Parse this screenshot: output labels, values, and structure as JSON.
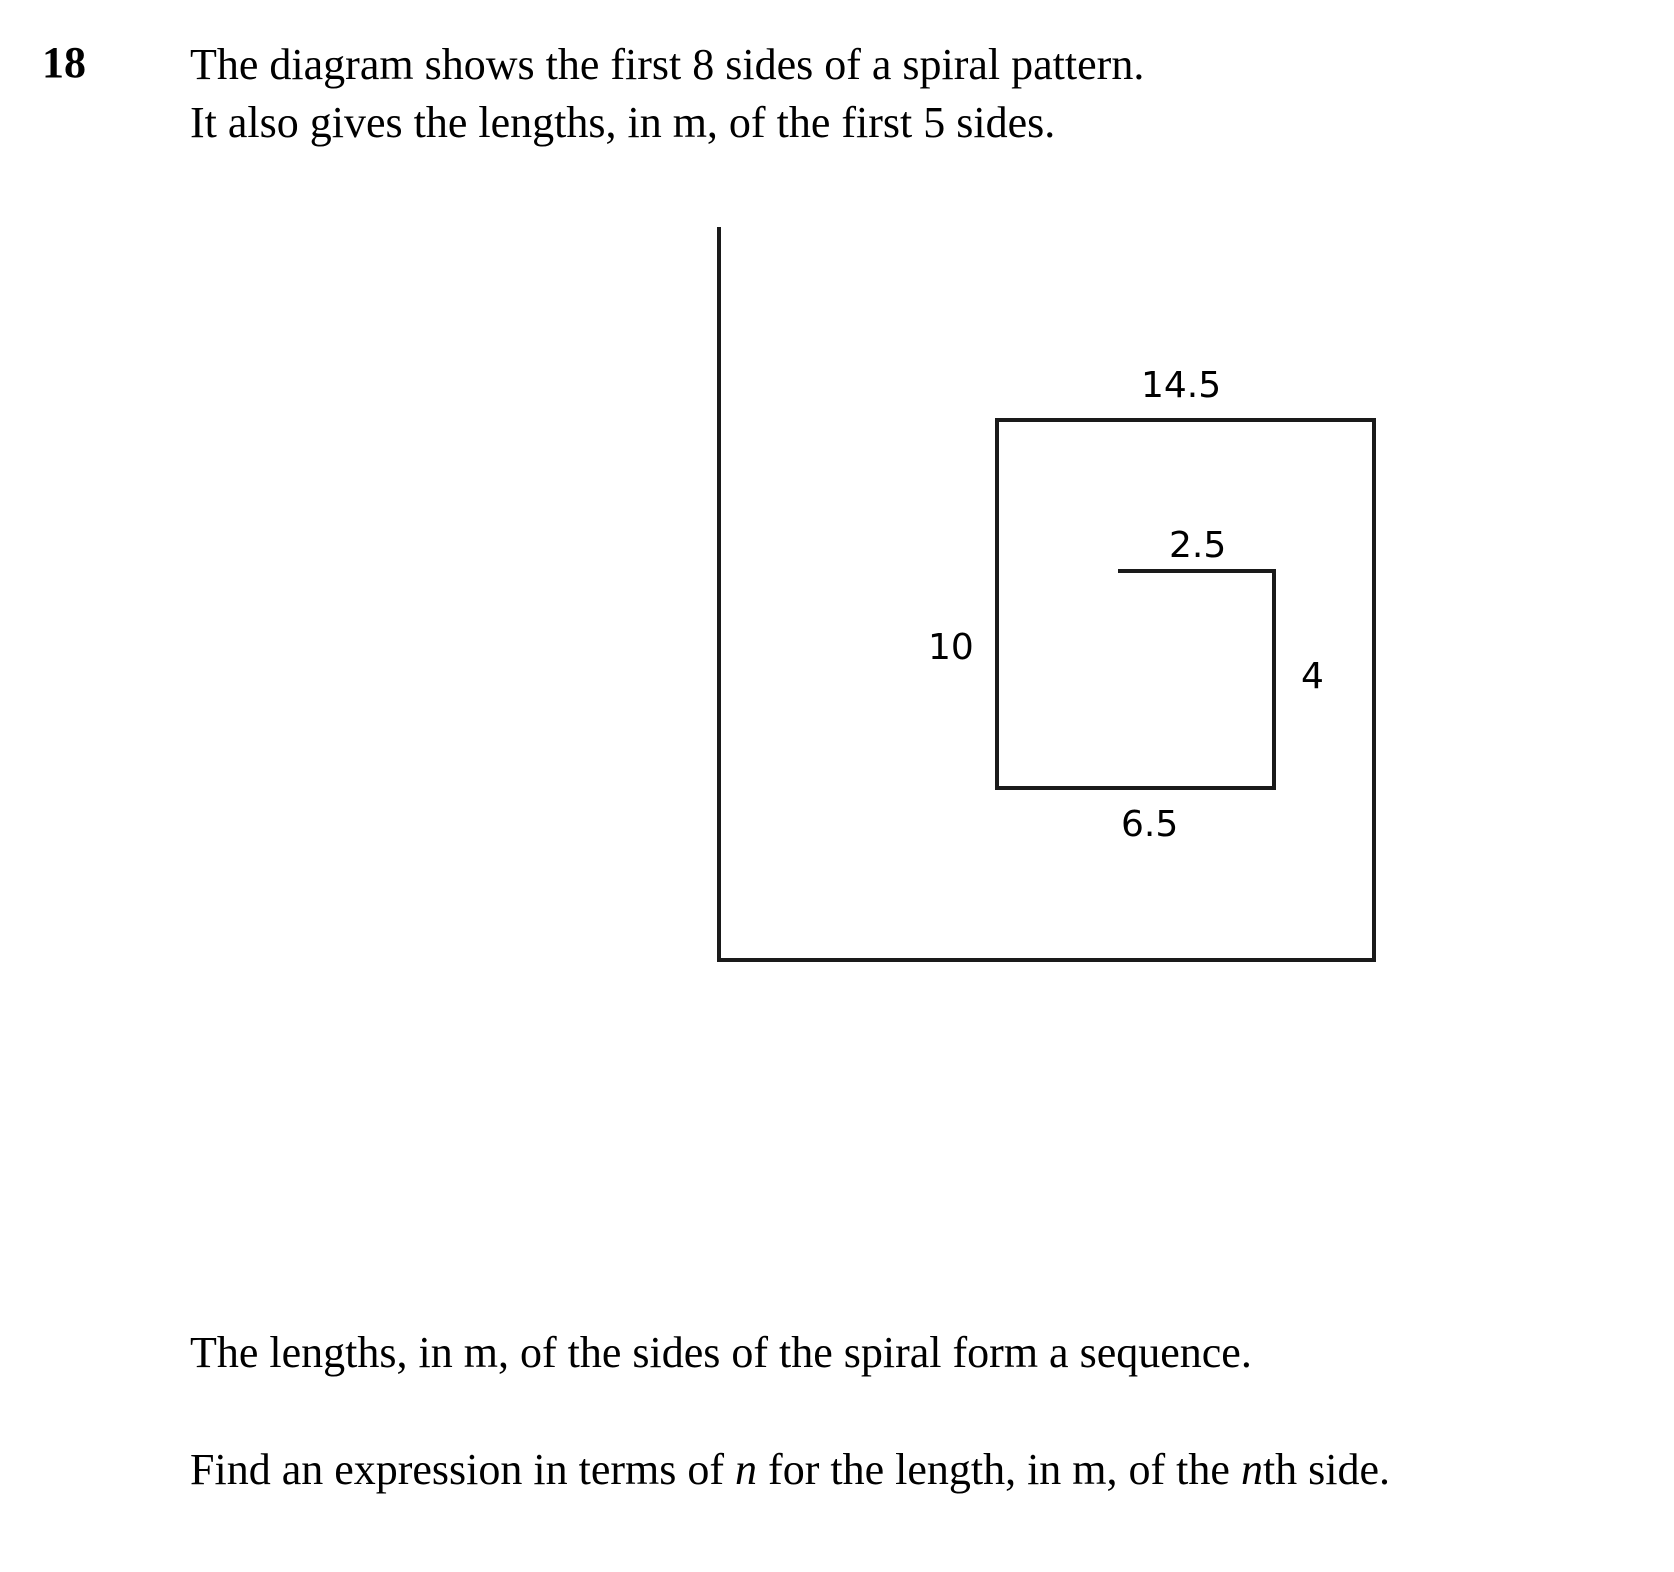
{
  "question": {
    "number": "18",
    "intro_line1": "The diagram shows the first 8 sides of a spiral pattern.",
    "intro_line2": "It also gives the lengths, in m, of the first 5 sides."
  },
  "diagram": {
    "labels": {
      "side1": "2.5",
      "side2": "4",
      "side3": "6.5",
      "side4": "10",
      "side5": "14.5"
    }
  },
  "text": {
    "sequence_statement": "The lengths, in m, of the sides of the spiral form a sequence.",
    "task_before_n": "Find an expression in terms of ",
    "task_var": "n",
    "task_middle": " for the length, in m, of the ",
    "task_var2": "n",
    "task_end": "th side."
  }
}
